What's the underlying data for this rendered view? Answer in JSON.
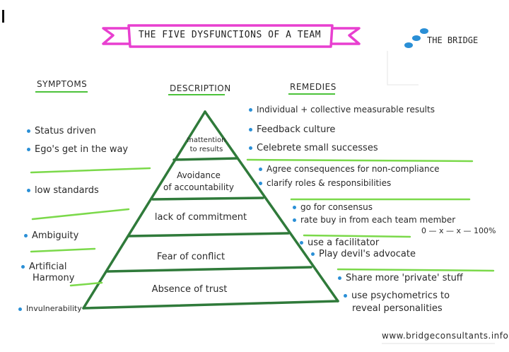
{
  "title": "THE FIVE DYSFUNCTIONS OF A TEAM",
  "brand": "THE BRIDGE",
  "headings": {
    "symptoms": "SYMPTOMS",
    "description": "DESCRIPTION",
    "remedies": "REMEDIES"
  },
  "pyramid_levels": [
    {
      "line1": "Inattention",
      "line2": "to results"
    },
    {
      "line1": "Avoidance",
      "line2": "of accountability"
    },
    {
      "line1": "lack of commitment",
      "line2": ""
    },
    {
      "line1": "Fear of conflict",
      "line2": ""
    },
    {
      "line1": "Absence of trust",
      "line2": ""
    }
  ],
  "symptoms": {
    "results": [
      "Status driven",
      "Ego's get in the way"
    ],
    "accountability": [
      "low standards"
    ],
    "commitment": [
      "Ambiguity"
    ],
    "conflict": [
      "Artificial",
      "Harmony"
    ],
    "trust": [
      "Invulnerability"
    ]
  },
  "remedies": {
    "results": [
      "Individual + collective measurable results",
      "Feedback culture",
      "Celebrete small successes"
    ],
    "accountability": [
      "Agree consequences for non-compliance",
      "clarify roles & responsibilities"
    ],
    "commitment": [
      "go for consensus",
      "rate buy in from each team member"
    ],
    "commitment_scale": "0 — x — x — 100%",
    "conflict": [
      "use a facilitator",
      "Play devil's advocate"
    ],
    "trust": [
      "Share more 'private' stuff",
      "use psychometrics to",
      "reveal personalities"
    ]
  },
  "website": "www.bridgeconsultants.info",
  "colors": {
    "banner": "#e83fd0",
    "pyramid": "#2f7a3a",
    "divider": "#7bd94a",
    "bullet": "#2a8fd6",
    "heading_underline": "#4cc23a"
  }
}
